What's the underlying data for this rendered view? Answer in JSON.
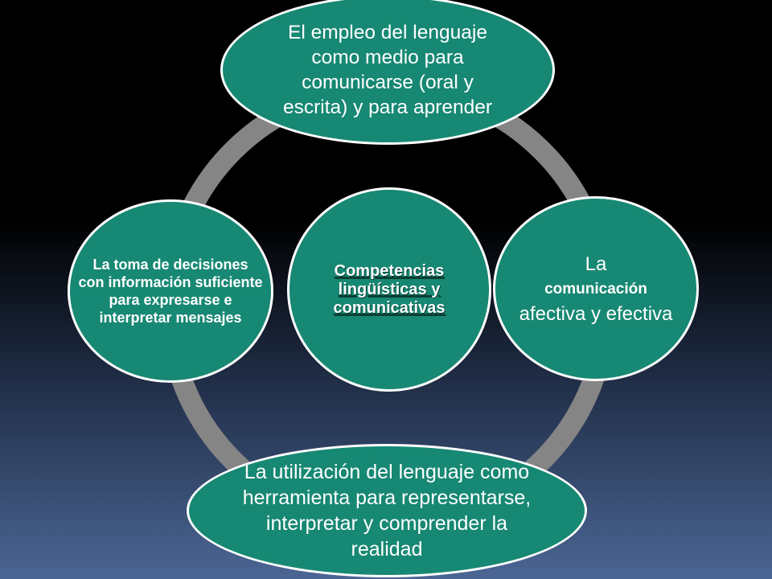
{
  "colors": {
    "node_fill": "#178873",
    "node_border": "#ffffff",
    "ring": "#858585",
    "text": "#ffffff"
  },
  "diagram": {
    "center": "Competencias lingüísticas y comunicativas",
    "top": "El empleo del lenguaje como medio para comunicarse (oral y escrita) y para aprender",
    "right": {
      "line1": "La",
      "line2": "comunicación",
      "line3": "afectiva y efectiva"
    },
    "bottom": "La utilización del lenguaje como herramienta para representarse, interpretar y comprender la realidad",
    "left": "La toma de decisiones con información suficiente para expresarse e interpretar mensajes"
  }
}
